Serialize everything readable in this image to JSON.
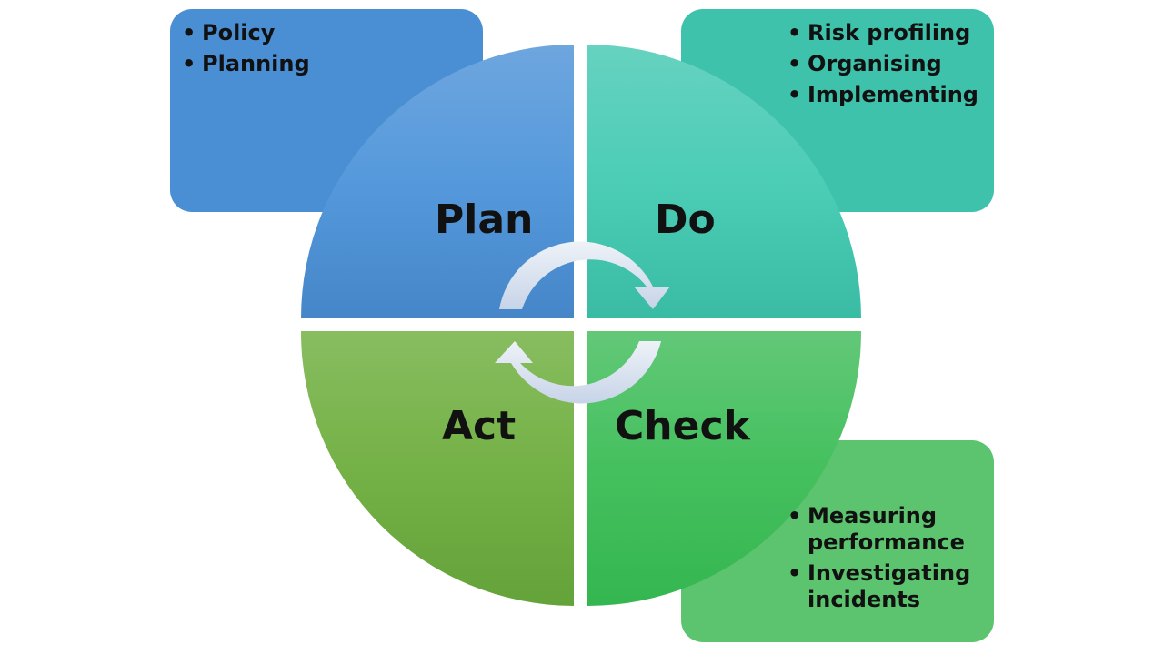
{
  "colors": {
    "plan": "#4a8fd4",
    "do": "#3fc2ac",
    "check": "#46c25f",
    "act": "#74b04a",
    "box_check": "#5cc46e",
    "arrow": "#dde6f2"
  },
  "quadrants": {
    "plan": "Plan",
    "do": "Do",
    "check": "Check",
    "act": "Act"
  },
  "boxes": {
    "plan": {
      "items": [
        "Policy",
        "Planning"
      ]
    },
    "do": {
      "items": [
        "Risk profiling",
        "Organising",
        "Implementing"
      ]
    },
    "check": {
      "items": [
        "Measuring performance",
        "Investigating incidents"
      ]
    }
  }
}
